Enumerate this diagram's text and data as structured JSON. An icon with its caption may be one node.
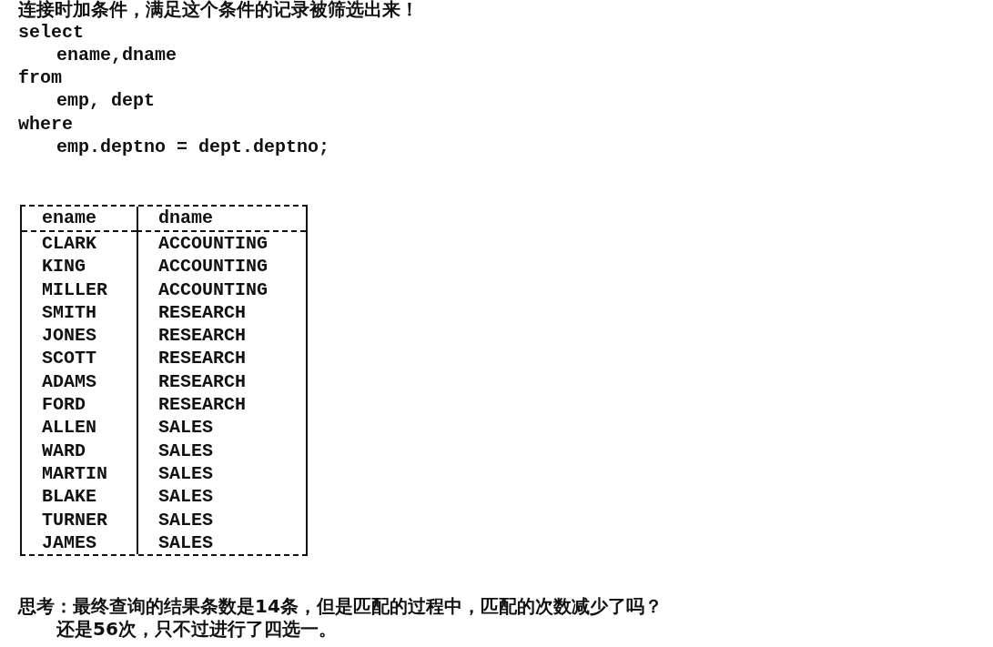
{
  "diagram": {
    "labels": [
      "连接时加条件，满足这个条件的记录被筛选出来！",
      "select",
      "ename,dname",
      "from",
      "emp, dept",
      "where",
      "emp.deptno = dept.deptno;",
      "ename",
      "dname",
      "CLARK",
      "ACCOUNTING",
      "KING",
      "ACCOUNTING",
      "MILLER",
      "ACCOUNTING",
      "SMITH",
      "RESEARCH",
      "JONES",
      "RESEARCH",
      "SCOTT",
      "RESEARCH",
      "ADAMS",
      "RESEARCH",
      "FORD",
      "RESEARCH",
      "ALLEN",
      "SALES",
      "WARD",
      "SALES",
      "MARTIN",
      "SALES",
      "BLAKE",
      "SALES",
      "TURNER",
      "SALES",
      "JAMES",
      "SALES",
      "思考：最终查询的结果条数是14条，但是匹配的过程中，匹配的次数减少了吗？",
      "还是56次，只不过进行了四选一。"
    ]
  }
}
